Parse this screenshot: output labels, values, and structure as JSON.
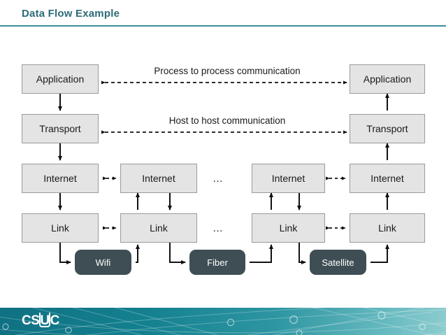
{
  "slide": {
    "title": "Data Flow Example",
    "accent_color": "#2e6b79",
    "rule_color": "#3d8e9c"
  },
  "diagram": {
    "type": "network-layer-data-flow",
    "box_fill": "#e4e4e4",
    "box_border": "#9a9a9a",
    "media_fill": "#3f4e55",
    "media_text": "#ffffff",
    "annotations": [
      {
        "id": "process-to-process",
        "label": "Process to process communication",
        "arrow": "dashed-double"
      },
      {
        "id": "host-to-host",
        "label": "Host to host communication",
        "arrow": "dashed-double"
      }
    ],
    "columns": [
      {
        "id": "host-left",
        "kind": "host",
        "layers": [
          {
            "id": "application",
            "label": "Application"
          },
          {
            "id": "transport",
            "label": "Transport"
          },
          {
            "id": "internet",
            "label": "Internet"
          },
          {
            "id": "link",
            "label": "Link"
          }
        ]
      },
      {
        "id": "router-1",
        "kind": "router",
        "layers": [
          {
            "id": "internet",
            "label": "Internet"
          },
          {
            "id": "link",
            "label": "Link"
          }
        ]
      },
      {
        "id": "gap-1",
        "kind": "ellipsis",
        "layers": [
          {
            "id": "internet",
            "label": "…"
          },
          {
            "id": "link",
            "label": "…"
          }
        ]
      },
      {
        "id": "router-2",
        "kind": "router",
        "layers": [
          {
            "id": "internet",
            "label": "Internet"
          },
          {
            "id": "link",
            "label": "Link"
          }
        ]
      },
      {
        "id": "host-right",
        "kind": "host",
        "layers": [
          {
            "id": "internet",
            "label": "Internet"
          },
          {
            "id": "link",
            "label": "Link"
          },
          {
            "id": "transport",
            "label": "Transport"
          },
          {
            "id": "application",
            "label": "Application"
          }
        ]
      }
    ],
    "media": [
      {
        "id": "wifi",
        "label": "Wifi"
      },
      {
        "id": "fiber",
        "label": "Fiber"
      },
      {
        "id": "satellite",
        "label": "Satellite"
      }
    ]
  },
  "footer": {
    "logo_c1": "CS",
    "logo_u": "U",
    "logo_c2": "C"
  }
}
